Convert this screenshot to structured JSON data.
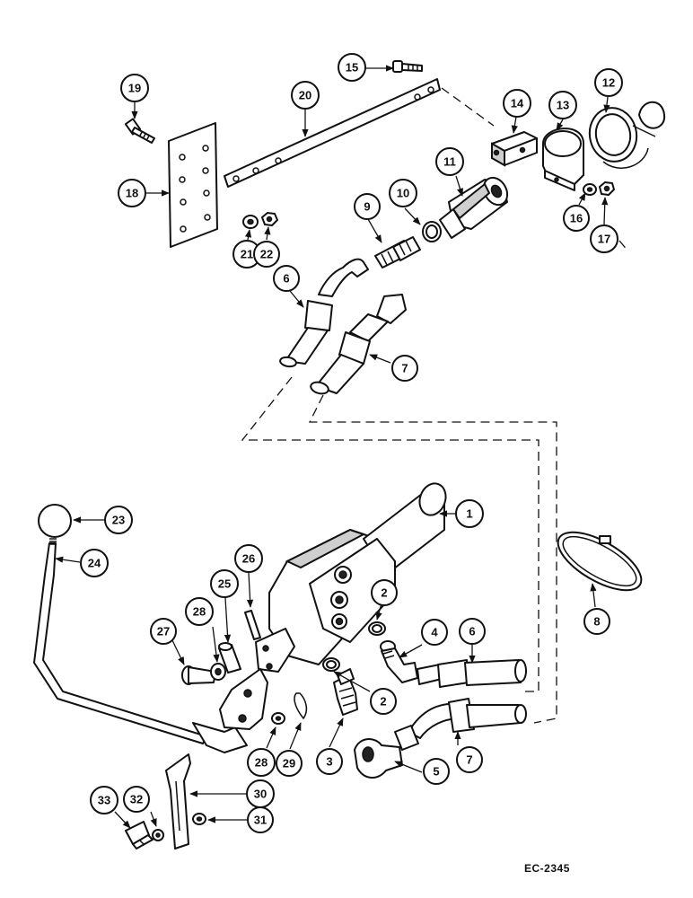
{
  "reference_code": "EC-2345",
  "callouts": [
    "1",
    "2",
    "2",
    "3",
    "4",
    "5",
    "6",
    "6",
    "7",
    "7",
    "8",
    "9",
    "10",
    "11",
    "12",
    "13",
    "14",
    "15",
    "16",
    "17",
    "18",
    "19",
    "20",
    "21",
    "22",
    "23",
    "24",
    "25",
    "26",
    "27",
    "28",
    "28",
    "29",
    "30",
    "31",
    "32",
    "33"
  ]
}
